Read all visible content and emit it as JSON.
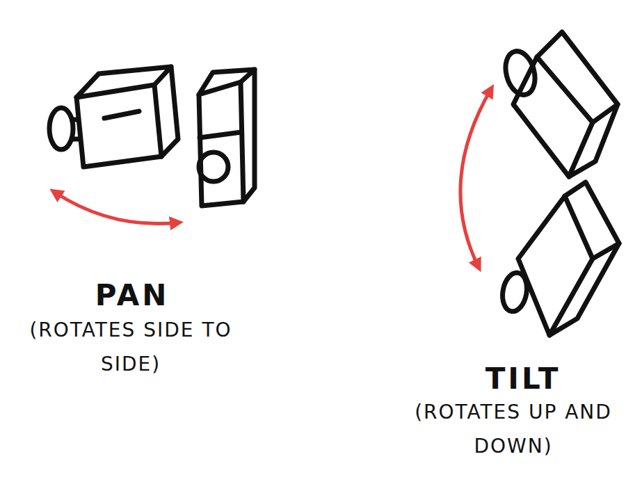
{
  "diagram": {
    "labels": [
      "PAN",
      "(ROTATES SIDE TO SIDE)",
      "TILT",
      "(ROTATES UP AND DOWN)"
    ]
  }
}
